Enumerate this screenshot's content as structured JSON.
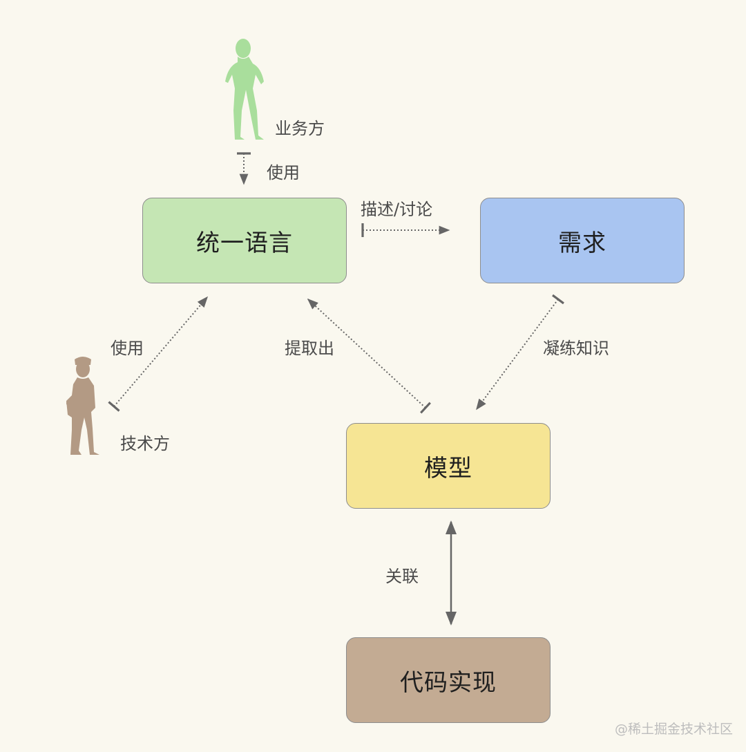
{
  "boxes": {
    "language": "统一语言",
    "requirement": "需求",
    "model": "模型",
    "code": "代码实现"
  },
  "actors": {
    "business": "业务方",
    "tech": "技术方"
  },
  "edges": {
    "business_use": "使用",
    "tech_use": "使用",
    "describe": "描述/讨论",
    "extract": "提取出",
    "refine": "凝练知识",
    "associate": "关联"
  },
  "watermark": "@稀土掘金技术社区",
  "colors": {
    "language": "#c5e6b4",
    "requirement": "#a9c5f1",
    "model": "#f6e594",
    "code": "#c3ab93",
    "business_figure": "#a9de9c",
    "tech_figure": "#b39a84"
  }
}
